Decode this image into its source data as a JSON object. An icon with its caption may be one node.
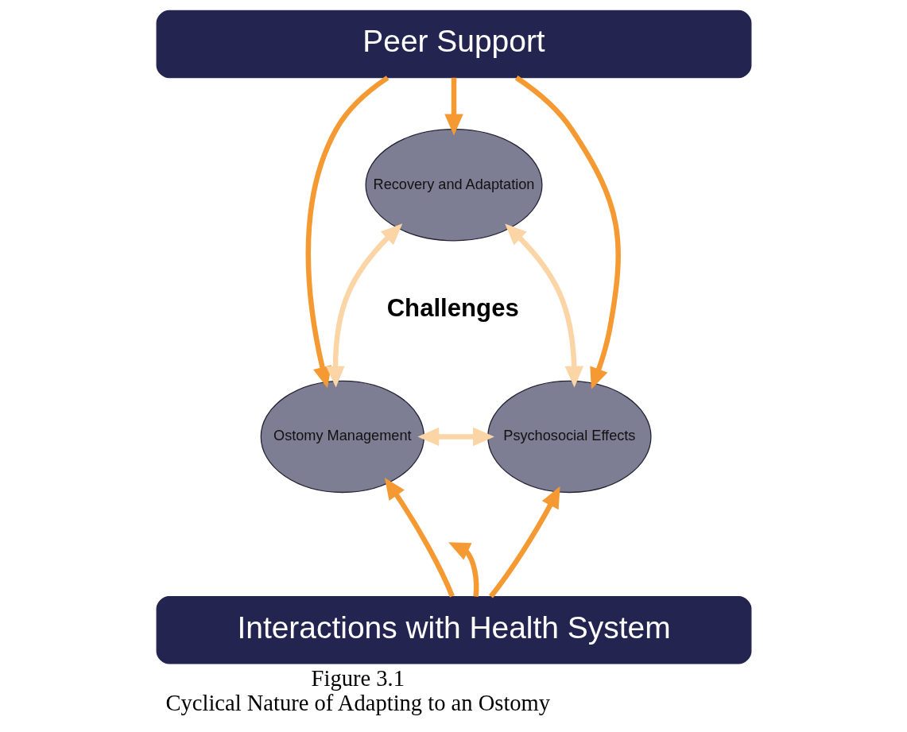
{
  "diagram": {
    "title": "Figure 3.1",
    "caption": "Cyclical Nature of Adapting to an Ostomy",
    "nodes": [
      {
        "text": [
          "Peer Support"
        ]
      },
      {
        "text": [
          "Recovery and Adaptation"
        ]
      },
      {
        "text": [
          "Ostomy Management"
        ]
      },
      {
        "text": [
          "Psychosocial Effects"
        ]
      },
      {
        "text": [
          "Interactions with Health System"
        ]
      }
    ],
    "edges": [
      {
        "from": 0,
        "to": 2,
        "arrow": "to"
      },
      {
        "from": 0,
        "to": 1,
        "arrow": "to"
      },
      {
        "from": 0,
        "to": 3,
        "arrow": "to"
      },
      {
        "from": 2,
        "to": 1,
        "arrow": "both",
        "color": "#fbd5a5"
      },
      {
        "from": 1,
        "to": 3,
        "arrow": "both",
        "color": "#fbd5a5"
      },
      {
        "from": 2,
        "to": 3,
        "arrow": "both",
        "color": "#fbd5a5"
      },
      {
        "from": 4,
        "to": 2,
        "arrow": "to"
      },
      {
        "from": 4,
        "to": null,
        "arrow": "to"
      },
      {
        "from": 4,
        "to": 3,
        "arrow": "to"
      }
    ],
    "labels": [
      "Challenges"
    ]
  }
}
